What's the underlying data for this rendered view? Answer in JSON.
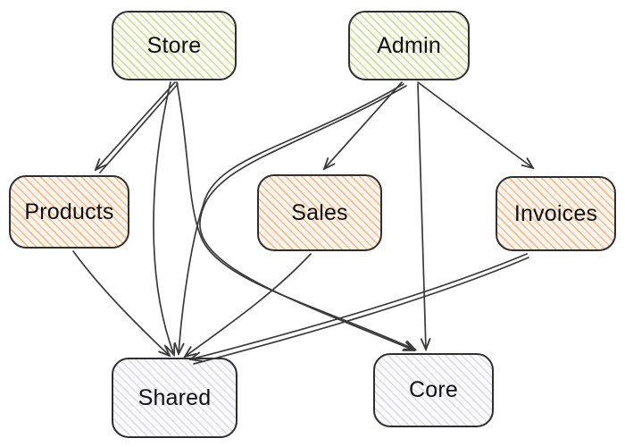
{
  "diagram": {
    "title": "module-dependency-diagram",
    "background_color": "#ffffff",
    "edge_color": "#3a3a3a",
    "node_border_color": "#2f2f2f",
    "text_color": "#111111"
  },
  "palette": {
    "green": {
      "stripe": "#ccdca2",
      "background": "#fbfcf2"
    },
    "orange": {
      "stripe": "#f2bd92",
      "background": "#fdf5ec"
    },
    "gray": {
      "stripe": "#dcdde8",
      "background": "#fbfbfd"
    }
  },
  "nodes": [
    {
      "id": "store",
      "label": "Store",
      "color": "green"
    },
    {
      "id": "admin",
      "label": "Admin",
      "color": "green"
    },
    {
      "id": "products",
      "label": "Products",
      "color": "orange"
    },
    {
      "id": "sales",
      "label": "Sales",
      "color": "orange"
    },
    {
      "id": "invoices",
      "label": "Invoices",
      "color": "orange"
    },
    {
      "id": "shared",
      "label": "Shared",
      "color": "gray"
    },
    {
      "id": "core",
      "label": "Core",
      "color": "gray"
    }
  ],
  "edges": [
    {
      "from": "store",
      "to": "products"
    },
    {
      "from": "store",
      "to": "shared"
    },
    {
      "from": "store",
      "to": "core"
    },
    {
      "from": "admin",
      "to": "sales"
    },
    {
      "from": "admin",
      "to": "invoices"
    },
    {
      "from": "admin",
      "to": "shared"
    },
    {
      "from": "admin",
      "to": "core"
    },
    {
      "from": "products",
      "to": "shared"
    },
    {
      "from": "sales",
      "to": "shared"
    },
    {
      "from": "invoices",
      "to": "shared"
    }
  ]
}
